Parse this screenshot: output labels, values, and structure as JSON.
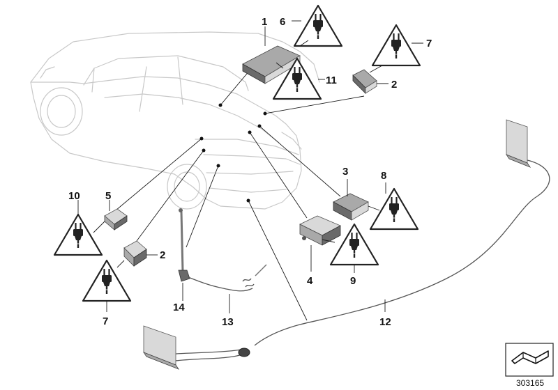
{
  "callouts": {
    "c1": "1",
    "c2a": "2",
    "c2b": "2",
    "c3": "3",
    "c4": "4",
    "c5": "5",
    "c6": "6",
    "c7a": "7",
    "c7b": "7",
    "c8": "8",
    "c9": "9",
    "c10": "10",
    "c11": "11",
    "c12": "12",
    "c13": "13",
    "c14": "14"
  },
  "document_number": "303165",
  "icons": {
    "warning": "electrical-plug-warning-icon",
    "corner": "folded-arrow-icon"
  }
}
